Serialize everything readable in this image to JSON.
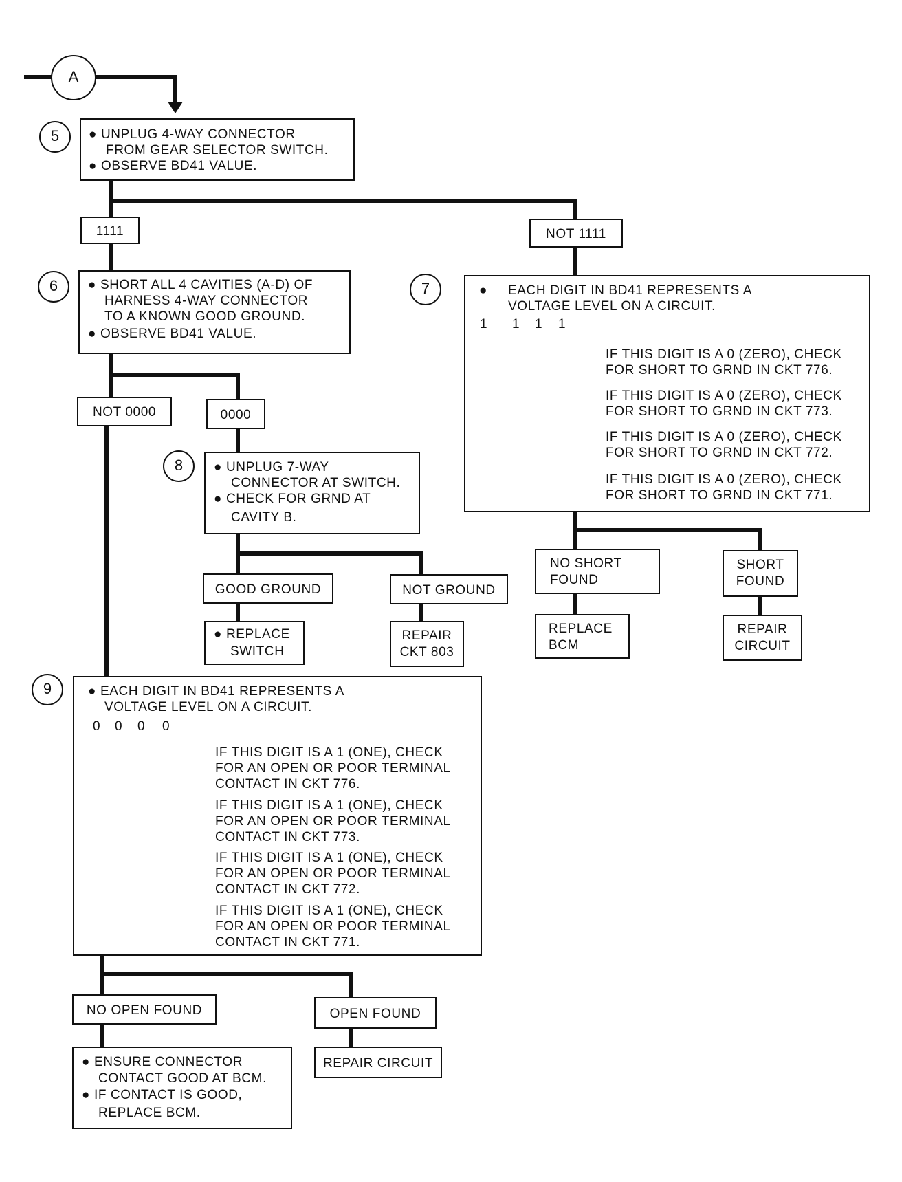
{
  "connector": "A",
  "steps": {
    "s5": {
      "num": "5",
      "lines": [
        "● UNPLUG 4-WAY CONNECTOR",
        "FROM GEAR SELECTOR SWITCH.",
        "● OBSERVE BD41 VALUE."
      ]
    },
    "s6": {
      "num": "6",
      "lines": [
        "● SHORT ALL 4 CAVITIES (A-D) OF",
        "HARNESS 4-WAY CONNECTOR",
        "TO A KNOWN GOOD GROUND.",
        "● OBSERVE BD41 VALUE."
      ]
    },
    "s7": {
      "num": "7",
      "lines": [
        "● EACH DIGIT IN BD41 REPRESENTS A",
        "VOLTAGE LEVEL ON A CIRCUIT."
      ],
      "digits": [
        "1",
        "1",
        "1",
        "1"
      ],
      "checks": [
        [
          "IF THIS DIGIT IS A 0 (ZERO), CHECK",
          "FOR SHORT TO GRND IN CKT 776."
        ],
        [
          "IF THIS DIGIT IS A 0 (ZERO), CHECK",
          "FOR SHORT TO GRND IN CKT 773."
        ],
        [
          "IF THIS DIGIT IS A 0 (ZERO), CHECK",
          "FOR SHORT TO GRND IN CKT 772."
        ],
        [
          "IF THIS DIGIT IS A 0 (ZERO), CHECK",
          "FOR SHORT TO GRND IN CKT 771."
        ]
      ]
    },
    "s8": {
      "num": "8",
      "lines": [
        "● UNPLUG 7-WAY",
        "CONNECTOR AT SWITCH.",
        "● CHECK FOR GRND AT",
        "CAVITY B."
      ]
    },
    "s9": {
      "num": "9",
      "lines": [
        "● EACH DIGIT IN BD41 REPRESENTS A",
        "VOLTAGE LEVEL ON A CIRCUIT."
      ],
      "digits": [
        "0",
        "0",
        "0",
        "0"
      ],
      "checks": [
        [
          "IF THIS DIGIT IS A 1 (ONE), CHECK",
          "FOR AN OPEN OR POOR TERMINAL",
          "CONTACT IN CKT 776."
        ],
        [
          "IF THIS DIGIT IS A 1 (ONE), CHECK",
          "FOR AN OPEN OR POOR TERMINAL",
          "CONTACT IN CKT 773."
        ],
        [
          "IF THIS DIGIT IS A 1 (ONE), CHECK",
          "FOR AN OPEN OR POOR TERMINAL",
          "CONTACT IN CKT 772."
        ],
        [
          "IF THIS DIGIT IS A 1 (ONE), CHECK",
          "FOR AN OPEN OR POOR TERMINAL",
          "CONTACT IN CKT 771."
        ]
      ]
    }
  },
  "results": {
    "r1111": "1111",
    "not1111": "NOT 1111",
    "not0000": "NOT 0000",
    "r0000": "0000",
    "good_ground": "GOOD GROUND",
    "not_ground": "NOT GROUND",
    "replace_switch": [
      "● REPLACE",
      "SWITCH"
    ],
    "repair_ckt803": [
      "REPAIR",
      "CKT 803"
    ],
    "no_short": [
      "NO SHORT",
      "FOUND"
    ],
    "short_found": [
      "SHORT",
      "FOUND"
    ],
    "replace_bcm": [
      "REPLACE",
      "BCM"
    ],
    "repair_circuit_7": [
      "REPAIR",
      "CIRCUIT"
    ],
    "no_open": "NO OPEN FOUND",
    "open_found": "OPEN FOUND",
    "ensure": [
      "● ENSURE CONNECTOR",
      "CONTACT GOOD AT BCM.",
      "● IF CONTACT IS GOOD,",
      "REPLACE BCM."
    ],
    "repair_circuit_9": "REPAIR CIRCUIT"
  }
}
